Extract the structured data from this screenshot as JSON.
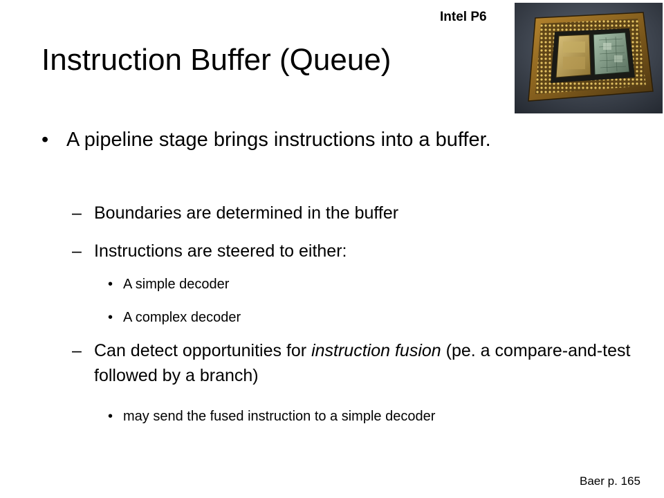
{
  "slide": {
    "title": "Instruction Buffer (Queue)",
    "image_caption": "Intel P6",
    "source_note": "Baer p. 165",
    "markers": {
      "level1": "•",
      "level2": "–",
      "level3": "•"
    },
    "bullets": {
      "b1": "A pipeline stage brings instructions into a buffer.",
      "b1_1": "Boundaries are determined in the buffer",
      "b1_2": "Instructions are steered to either:",
      "b1_2_1": "A simple decoder",
      "b1_2_2": "A complex decoder",
      "b1_3_before": "Can detect opportunities for ",
      "b1_3_emph": "instruction fusion",
      "b1_3_after": " (pe. a compare-and-test followed by a branch)",
      "b1_3_1": "may send the fused instruction to a simple decoder"
    }
  }
}
